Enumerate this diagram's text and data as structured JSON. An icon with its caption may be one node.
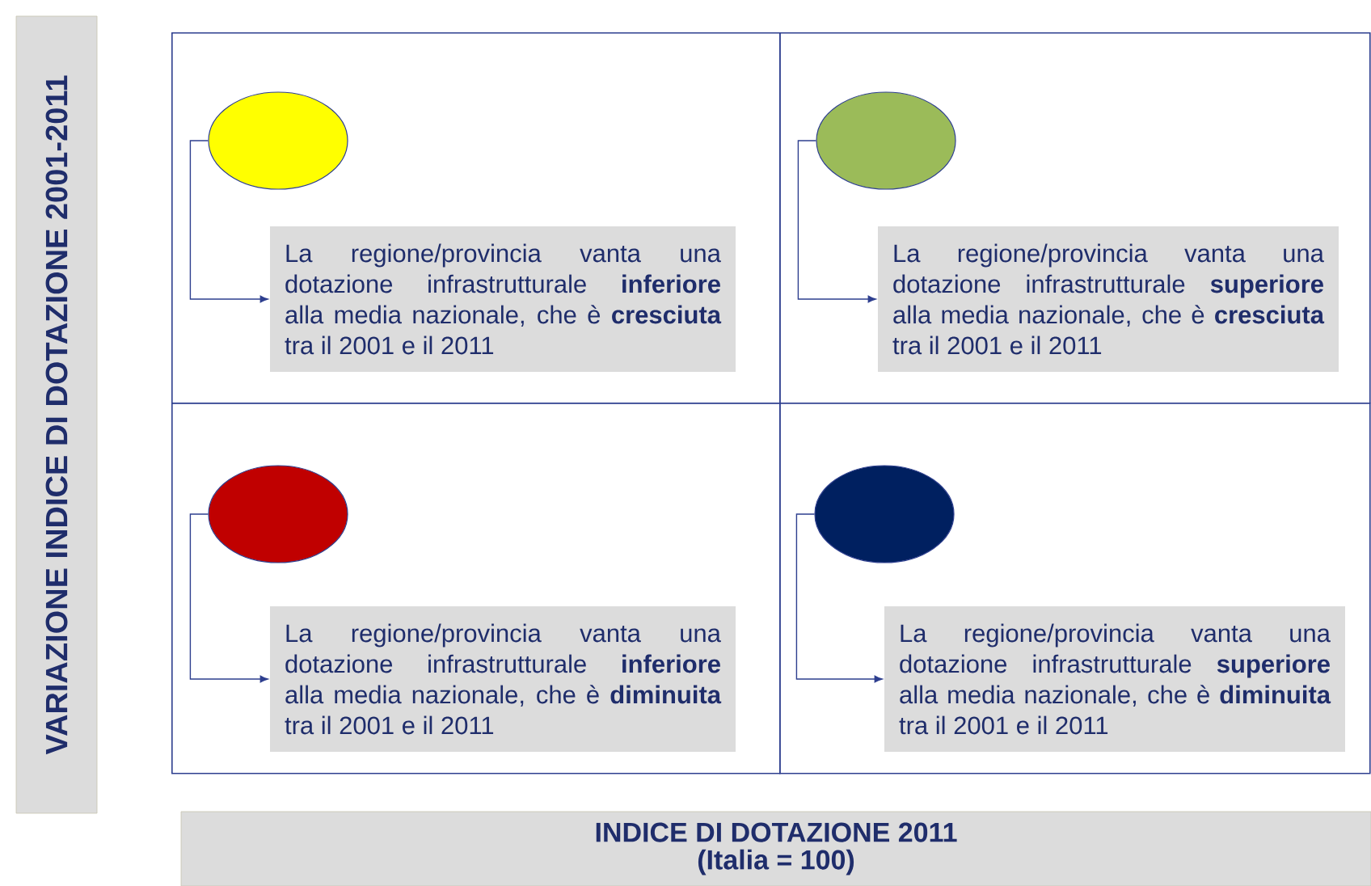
{
  "diagram": {
    "nodes": [
      {
        "text": [
          "VARIAZIONE INDICE DI DOTAZIONE 2001-2011"
        ]
      },
      {
        "text": [],
        "shape": "box"
      },
      {
        "text": [],
        "shape": "ellipse",
        "in": 1
      },
      {
        "text": [
          "La regione/provincia vanta una dotazione infrastrutturale **inferiore** alla media nazionale, che è **cresciuta** tra il 2001 e il 2011"
        ],
        "in": 1
      },
      {
        "text": [],
        "shape": "box"
      },
      {
        "text": [],
        "shape": "ellipse",
        "in": 4
      },
      {
        "text": [
          "La regione/provincia vanta una dotazione infrastrutturale **superiore** alla media nazionale, che è **cresciuta** tra il 2001 e il 2011"
        ],
        "in": 4
      },
      {
        "text": [],
        "shape": "box"
      },
      {
        "text": [],
        "shape": "ellipse",
        "in": 7
      },
      {
        "text": [
          "La regione/provincia vanta una dotazione infrastrutturale **inferiore** alla media nazionale, che è **diminuita** tra il 2001 e il 2011"
        ],
        "in": 7
      },
      {
        "text": [],
        "shape": "box"
      },
      {
        "text": [],
        "shape": "ellipse",
        "in": 10
      },
      {
        "text": [
          "La regione/provincia vanta una dotazione infrastrutturale **superiore** alla media nazionale, che è **diminuita** tra il 2001 e il 2011"
        ],
        "in": 10
      },
      {
        "text": [
          "INDICE DI DOTAZIONE 2011",
          "(Italia = 100)"
        ]
      }
    ],
    "edges": [
      {
        "from": 2,
        "to": 3,
        "arrow": "to"
      },
      {
        "from": 5,
        "to": 6,
        "arrow": "to"
      },
      {
        "from": 8,
        "to": 9,
        "arrow": "to"
      },
      {
        "from": 11,
        "to": 12,
        "arrow": "to"
      }
    ]
  }
}
